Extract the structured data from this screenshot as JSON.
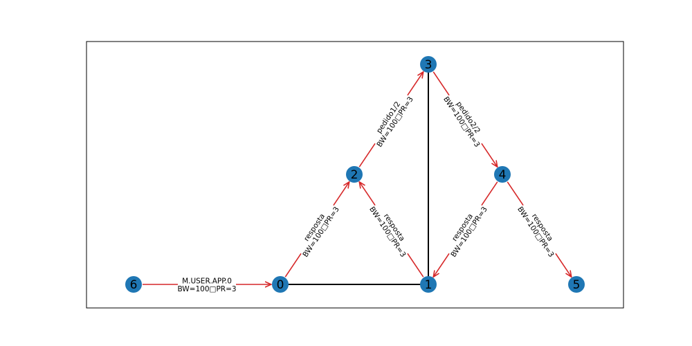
{
  "colors": {
    "node": "#1f77b4",
    "directed_edge": "#d62728",
    "undirected_edge": "#000000",
    "frame": "#000000",
    "background": "#ffffff"
  },
  "graph": {
    "nodes": [
      {
        "id": "0",
        "label": "0"
      },
      {
        "id": "1",
        "label": "1"
      },
      {
        "id": "2",
        "label": "2"
      },
      {
        "id": "3",
        "label": "3"
      },
      {
        "id": "4",
        "label": "4"
      },
      {
        "id": "5",
        "label": "5"
      },
      {
        "id": "6",
        "label": "6"
      }
    ],
    "edges": [
      {
        "from": "0",
        "to": "1",
        "directed": false,
        "label": []
      },
      {
        "from": "1",
        "to": "3",
        "directed": false,
        "label": []
      },
      {
        "from": "6",
        "to": "0",
        "directed": true,
        "label": [
          "M.USER.APP.0",
          "BW=100□PR=3"
        ]
      },
      {
        "from": "0",
        "to": "2",
        "directed": true,
        "label": [
          "resposta",
          "BW=100□PR=3"
        ]
      },
      {
        "from": "1",
        "to": "2",
        "directed": true,
        "label": [
          "resposta",
          "BW=100□PR=3"
        ]
      },
      {
        "from": "2",
        "to": "3",
        "directed": true,
        "label": [
          "pedido1/2",
          "BW=100□PR=3"
        ]
      },
      {
        "from": "3",
        "to": "4",
        "directed": true,
        "label": [
          "pedido2/2",
          "BW=100□PR=3"
        ]
      },
      {
        "from": "4",
        "to": "1",
        "directed": true,
        "label": [
          "resposta",
          "BW=100□PR=3"
        ]
      },
      {
        "from": "4",
        "to": "5",
        "directed": true,
        "label": [
          "resposta",
          "BW=100□PR=3"
        ]
      }
    ]
  }
}
